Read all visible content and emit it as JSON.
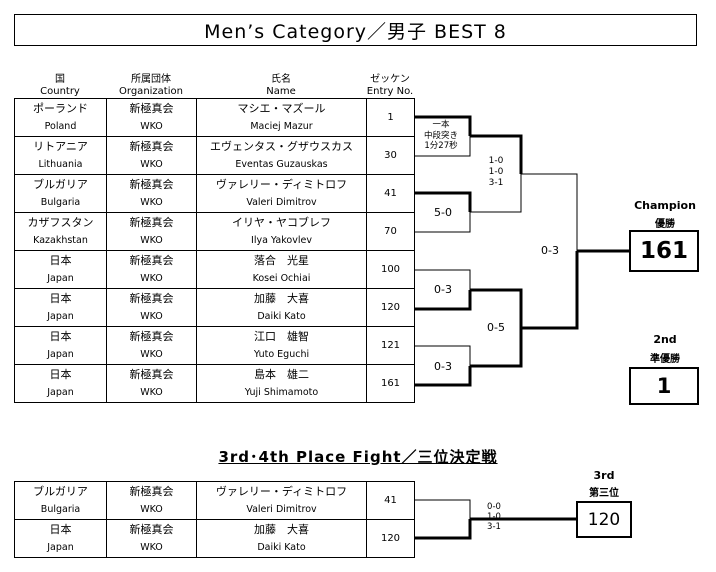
{
  "title": "Men’s Category／男子 BEST 8",
  "headers": {
    "country_jp": "国",
    "country_en": "Country",
    "org_jp": "所属団体",
    "org_en": "Organization",
    "name_jp": "氏名",
    "name_en": "Name",
    "entry_jp": "ゼッケン",
    "entry_en": "Entry No."
  },
  "players": [
    {
      "country_jp": "ポーランド",
      "country_en": "Poland",
      "org_jp": "新極真会",
      "org_en": "WKO",
      "name_jp": "マシエ・マズール",
      "name_en": "Maciej  Mazur",
      "entry": "1"
    },
    {
      "country_jp": "リトアニア",
      "country_en": "Lithuania",
      "org_jp": "新極真会",
      "org_en": "WKO",
      "name_jp": "エヴェンタス・グザウスカス",
      "name_en": "Eventas  Guzauskas",
      "entry": "30"
    },
    {
      "country_jp": "ブルガリア",
      "country_en": "Bulgaria",
      "org_jp": "新極真会",
      "org_en": "WKO",
      "name_jp": "ヴァレリー・ディミトロフ",
      "name_en": "Valeri  Dimitrov",
      "entry": "41"
    },
    {
      "country_jp": "カザフスタン",
      "country_en": "Kazakhstan",
      "org_jp": "新極真会",
      "org_en": "WKO",
      "name_jp": "イリヤ・ヤコブレフ",
      "name_en": "Ilya  Yakovlev",
      "entry": "70"
    },
    {
      "country_jp": "日本",
      "country_en": "Japan",
      "org_jp": "新極真会",
      "org_en": "WKO",
      "name_jp": "落合　光星",
      "name_en": "Kosei  Ochiai",
      "entry": "100"
    },
    {
      "country_jp": "日本",
      "country_en": "Japan",
      "org_jp": "新極真会",
      "org_en": "WKO",
      "name_jp": "加藤　大喜",
      "name_en": "Daiki  Kato",
      "entry": "120"
    },
    {
      "country_jp": "日本",
      "country_en": "Japan",
      "org_jp": "新極真会",
      "org_en": "WKO",
      "name_jp": "江口　雄智",
      "name_en": "Yuto  Eguchi",
      "entry": "121"
    },
    {
      "country_jp": "日本",
      "country_en": "Japan",
      "org_jp": "新極真会",
      "org_en": "WKO",
      "name_jp": "島本　雄二",
      "name_en": "Yuji  Shimamoto",
      "entry": "161"
    }
  ],
  "bracket": {
    "r1_m1_result": [
      "一本",
      "中段突き",
      "1分27秒"
    ],
    "r1_m2_score": "5-0",
    "r1_m3_score": "0-3",
    "r1_m4_score": "0-3",
    "sf1_score": [
      "1-0",
      "1-0",
      "3-1"
    ],
    "sf2_score": "0-5",
    "final_score": "0-3"
  },
  "champion": {
    "label_en": "Champion",
    "label_jp": "優勝",
    "entry": "161"
  },
  "second": {
    "label_en": "2nd",
    "label_jp": "準優勝",
    "entry": "1"
  },
  "third_place": {
    "title": "3rd･4th  Place  Fight／三位決定戦",
    "players": [
      {
        "country_jp": "ブルガリア",
        "country_en": "Bulgaria",
        "org_jp": "新極真会",
        "org_en": "WKO",
        "name_jp": "ヴァレリー・ディミトロフ",
        "name_en": "Valeri  Dimitrov",
        "entry": "41"
      },
      {
        "country_jp": "日本",
        "country_en": "Japan",
        "org_jp": "新極真会",
        "org_en": "WKO",
        "name_jp": "加藤　大喜",
        "name_en": "Daiki  Kato",
        "entry": "120"
      }
    ],
    "score": [
      "0-0",
      "1-0",
      "3-1"
    ],
    "label_en": "3rd",
    "label_jp": "第三位",
    "entry": "120"
  }
}
